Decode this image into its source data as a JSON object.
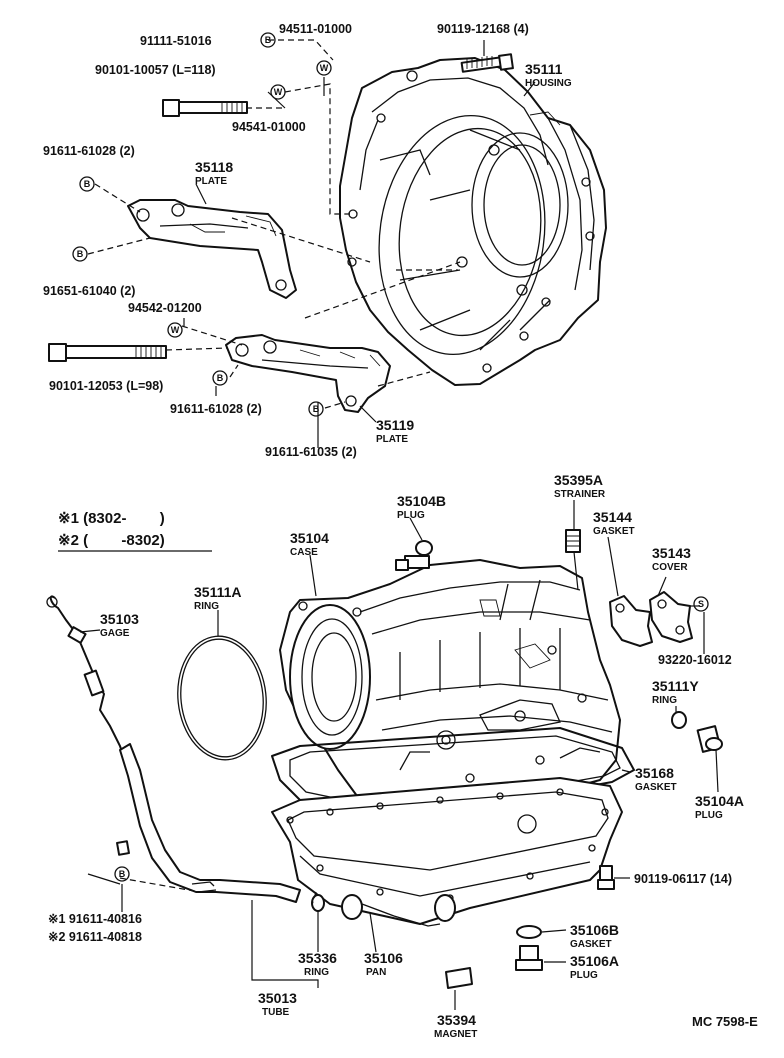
{
  "symbols": {
    "b": "B",
    "w": "W",
    "s": "S"
  },
  "labels": {
    "housing_num": "35111",
    "housing_name": "HOUSING",
    "plate1_num": "35118",
    "plate1_name": "PLATE",
    "plate2_num": "35119",
    "plate2_name": "PLATE",
    "case_num": "35104",
    "case_name": "CASE",
    "plug_b_num": "35104B",
    "plug_b_name": "PLUG",
    "strainer_num": "35395A",
    "strainer_name": "STRAINER",
    "gasket_144_num": "35144",
    "gasket_144_name": "GASKET",
    "cover_num": "35143",
    "cover_name": "COVER",
    "ring_a_num": "35111A",
    "ring_a_name": "RING",
    "gage_num": "35103",
    "gage_name": "GAGE",
    "ring_y_num": "35111Y",
    "ring_y_name": "RING",
    "plug_a_num": "35104A",
    "plug_a_name": "PLUG",
    "gasket_168_num": "35168",
    "gasket_168_name": "GASKET",
    "gasket_106b_num": "35106B",
    "gasket_106b_name": "GASKET",
    "plug_106a_num": "35106A",
    "plug_106a_name": "PLUG",
    "ring_336_num": "35336",
    "ring_336_name": "RING",
    "pan_num": "35106",
    "pan_name": "PAN",
    "tube_num": "35013",
    "tube_name": "TUBE",
    "magnet_num": "35394",
    "magnet_name": "MAGNET"
  },
  "part_numbers": {
    "p1": "91111-51016",
    "p2": "94511-01000",
    "p3": "90119-12168 (4)",
    "p4": "90101-10057 (L=118)",
    "p5": "94541-01000",
    "p6": "91611-61028 (2)",
    "p7": "91651-61040 (2)",
    "p8": "94542-01200",
    "p9": "90101-12053 (L=98)",
    "p10": "91611-61028 (2)",
    "p11": "91611-61035 (2)",
    "p12": "93220-16012",
    "p13": "90119-06117 (14)",
    "p14": "※1 91611-40816",
    "p15": "※2 91611-40818"
  },
  "notes": {
    "n1": "※1 (8302-        )",
    "n2": "※2 (        -8302)"
  },
  "reference": "MC 7598-E"
}
